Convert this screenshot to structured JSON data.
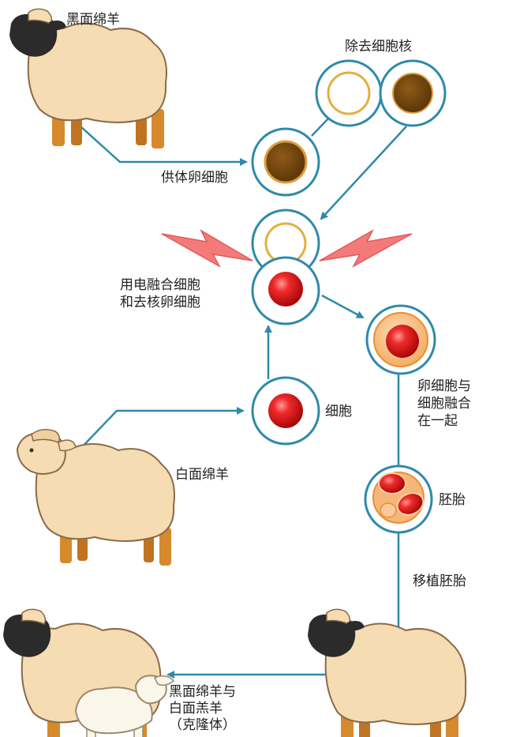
{
  "labels": {
    "black_sheep": "黑面绵羊",
    "enucleate": "除去细胞核",
    "donor_egg": "供体卵细胞",
    "electrofusion": "用电融合细胞\n和去核卵细胞",
    "fused": "卵细胞与\n细胞融合\n在一起",
    "cell": "细胞",
    "white_sheep": "白面绵羊",
    "embryo": "胚胎",
    "transplant": "移植胚胎",
    "offspring": "黑面绵羊与\n白面羔羊\n（克隆体）"
  },
  "colors": {
    "arrow": "#2f8aaa",
    "cell_ring": "#2f8aaa",
    "wool": "#f6dcb2",
    "wool_outline": "#8a6a48",
    "black_face": "#2b2b2b",
    "legs": "#d68a2c",
    "nucleus_brown": "#7a4a10",
    "nucleus_rim": "#d9a040",
    "nucleus_red": "#e01c1c",
    "lightning": "#f47a7a",
    "lamb": "#fbf6ea"
  }
}
